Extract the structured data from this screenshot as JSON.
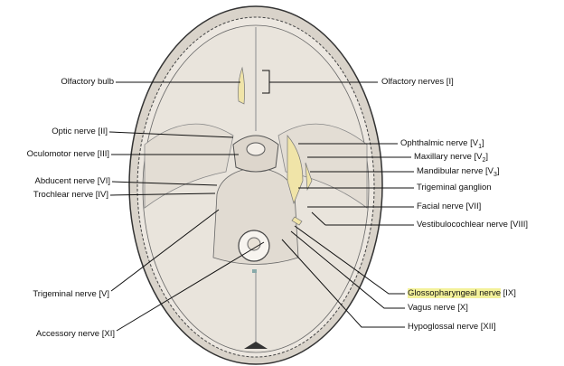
{
  "title": "Cranial nerves at the base of the skull",
  "labels_left": {
    "olfactory_bulb": "Olfactory bulb",
    "optic": "Optic nerve [II]",
    "oculomotor": "Oculomotor nerve [III]",
    "abducent": "Abducent nerve [VI]",
    "trochlear": "Trochlear nerve [IV]",
    "trigeminal": "Trigeminal nerve [V]",
    "accessory": "Accessory nerve [XI]"
  },
  "labels_right": {
    "olfactory_nerves": "Olfactory nerves [I]",
    "ophthalmic": "Ophthalmic nerve [V",
    "ophthalmic_sub": "1",
    "maxillary": "Maxillary nerve [V",
    "maxillary_sub": "2",
    "mandibular": "Mandibular nerve [V",
    "mandibular_sub": "3",
    "close": "]",
    "trigeminal_ganglion": "Trigeminal ganglion",
    "facial": "Facial nerve [VII]",
    "vestibulocochlear": "Vestibulocochlear nerve [VIII]",
    "glossopharyngeal": "Glossopharyngeal nerve",
    "glossopharyngeal_num": " [IX]",
    "vagus": "Vagus nerve [X]",
    "hypoglossal": "Hypoglossal nerve [XII]"
  },
  "colors": {
    "bone": "#ebe6df",
    "nerve": "#f0e4a8",
    "highlight": "#f3f19a"
  }
}
